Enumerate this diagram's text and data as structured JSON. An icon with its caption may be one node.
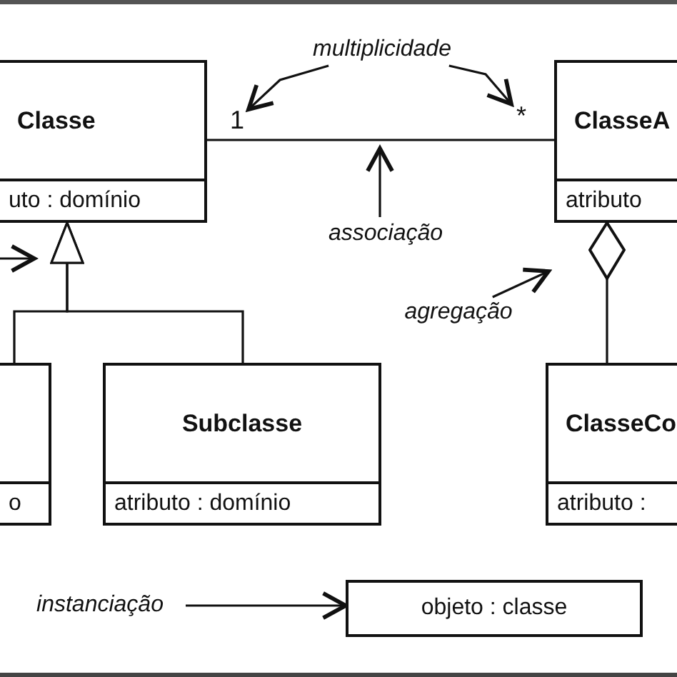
{
  "diagram": {
    "nodes": [
      {
        "text": [
          "Classe",
          "uto : domínio"
        ]
      },
      {
        "text": [
          "ClasseA",
          "atributo"
        ]
      },
      {
        "text": [
          "o"
        ]
      },
      {
        "text": [
          "Subclasse",
          "atributo : domínio"
        ]
      },
      {
        "text": [
          "ClasseCo",
          "atributo :"
        ]
      },
      {
        "text": [
          "objeto : classe"
        ]
      },
      {
        "text": [
          "multiplicidade"
        ]
      },
      {
        "text": [
          "1"
        ]
      },
      {
        "text": [
          "*"
        ]
      },
      {
        "text": [
          "associação"
        ]
      },
      {
        "text": [
          "agregação"
        ]
      },
      {
        "text": [
          "instanciação"
        ]
      }
    ],
    "edges": [
      {
        "from": 0,
        "to": 1,
        "arrow": "none"
      },
      {
        "from": 2,
        "to": 0,
        "arrow": "to"
      },
      {
        "from": 3,
        "to": 0,
        "arrow": "to"
      },
      {
        "from": 4,
        "to": 1,
        "arrow": "other"
      },
      {
        "from": 6,
        "to": 7,
        "arrow": "to"
      },
      {
        "from": 6,
        "to": 8,
        "arrow": "to"
      },
      {
        "from": 9,
        "to": null,
        "arrow": "to"
      },
      {
        "from": 10,
        "to": null,
        "arrow": "to"
      },
      {
        "from": 11,
        "to": 5,
        "arrow": "to"
      }
    ]
  }
}
